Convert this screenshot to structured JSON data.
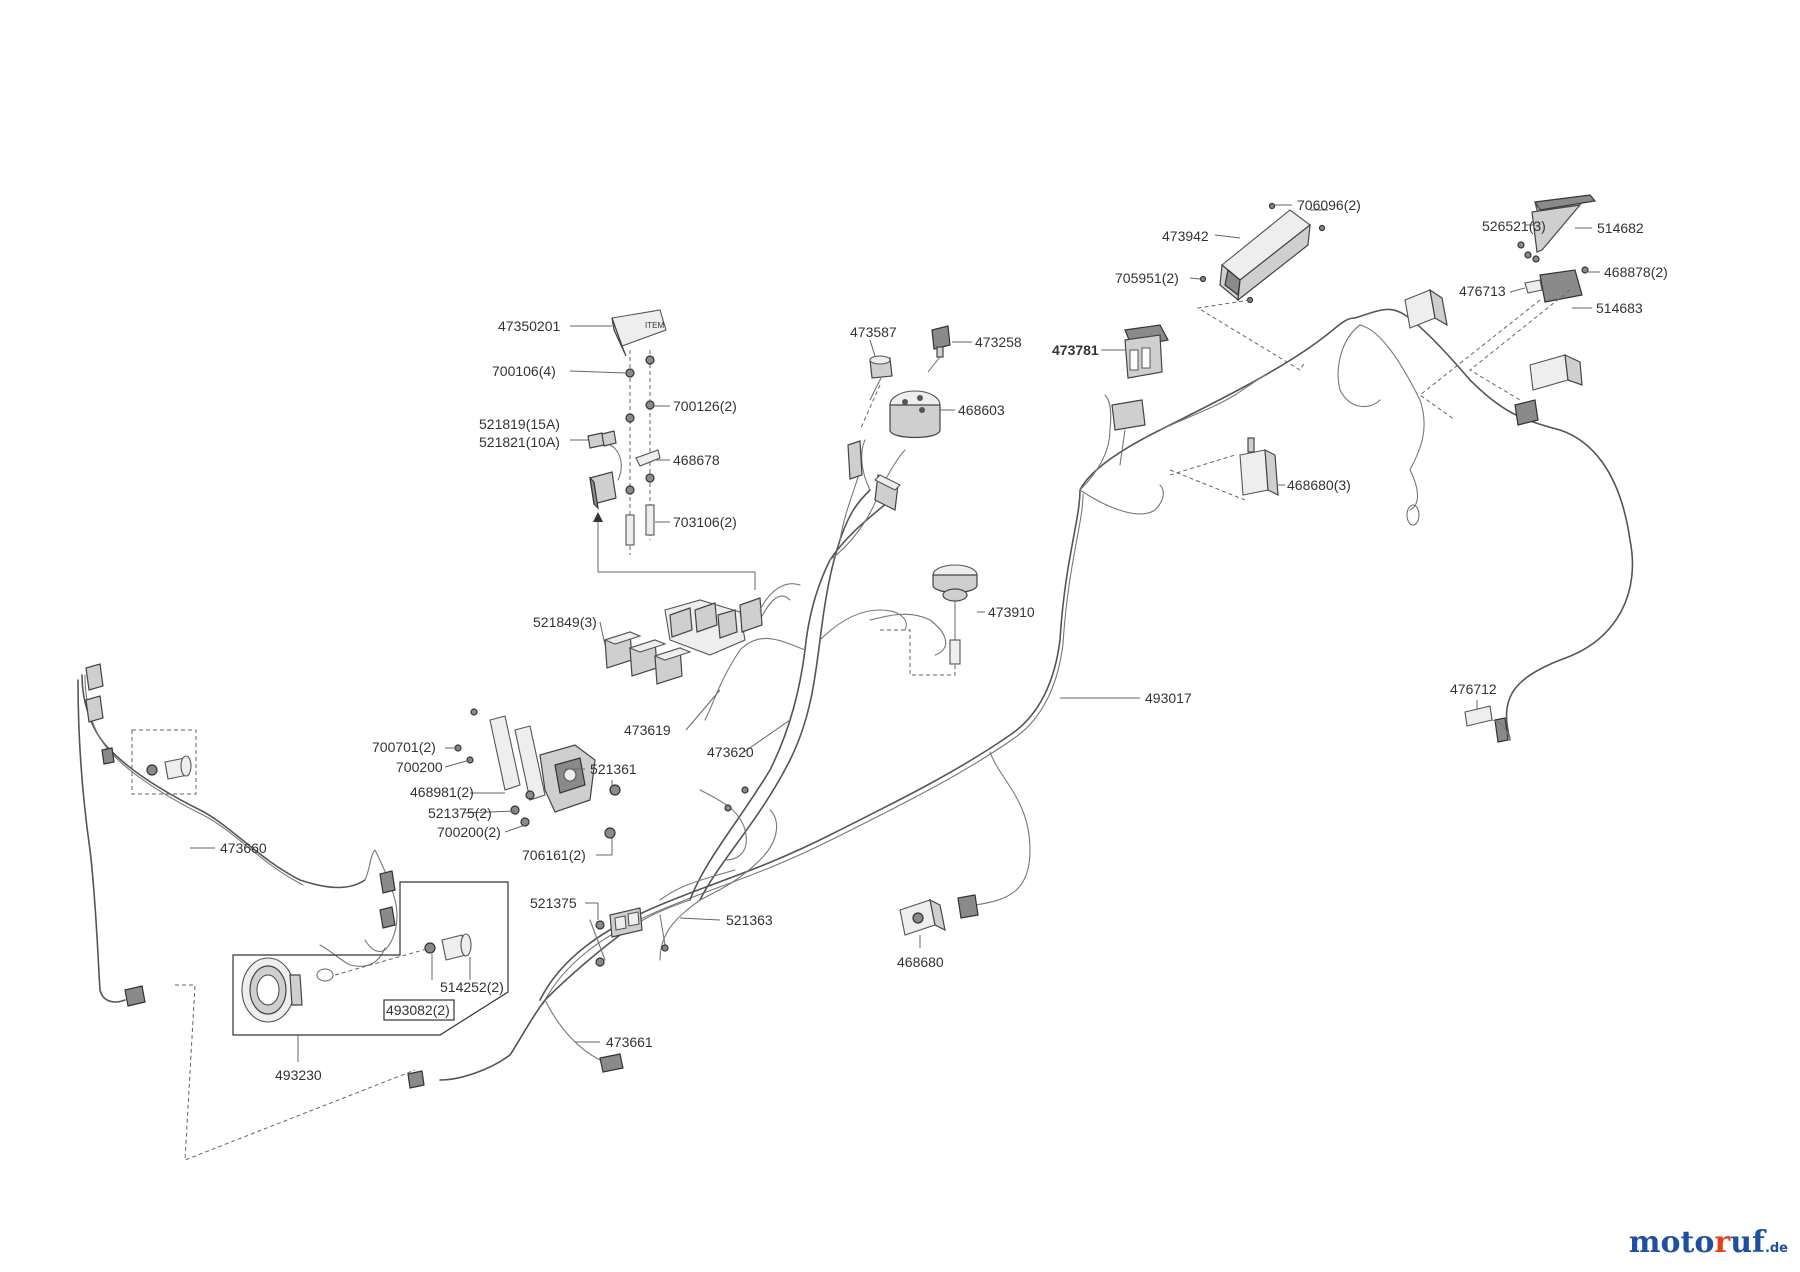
{
  "labels": {
    "l706096": "706096(2)",
    "l473942": "473942",
    "l705951": "705951(2)",
    "l526521": "526521(3)",
    "l514682": "514682",
    "l468878": "468878(2)",
    "l476713": "476713",
    "l514683": "514683",
    "l47350201": "47350201",
    "l700106": "700106(4)",
    "l700126": "700126(2)",
    "l521819": "521819(15A)",
    "l521821": "521821(10A)",
    "l468678": "468678",
    "l703106": "703106(2)",
    "l473587": "473587",
    "l473258": "473258",
    "l468603": "468603",
    "l473781": "473781",
    "l468680_3": "468680(3)",
    "l521849": "521849(3)",
    "l473910": "473910",
    "l493017": "493017",
    "l476712": "476712",
    "l473619": "473619",
    "l473620": "473620",
    "l700701": "700701(2)",
    "l700200a": "700200",
    "l521361": "521361",
    "l468981": "468981(2)",
    "l521375_2": "521375(2)",
    "l700200b": "700200(2)",
    "l706161": "706161(2)",
    "l473660": "473660",
    "l521375": "521375",
    "l521363": "521363",
    "l468680": "468680",
    "l514252": "514252(2)",
    "l493082": "493082(2)",
    "l493230": "493230",
    "l473661": "473661"
  },
  "logo": {
    "m1": "moto",
    "m2": "r",
    "m3": "uf",
    "tld": ".de"
  },
  "colors": {
    "logo_blue": "#1f4fa0",
    "logo_red": "#e0401a"
  }
}
